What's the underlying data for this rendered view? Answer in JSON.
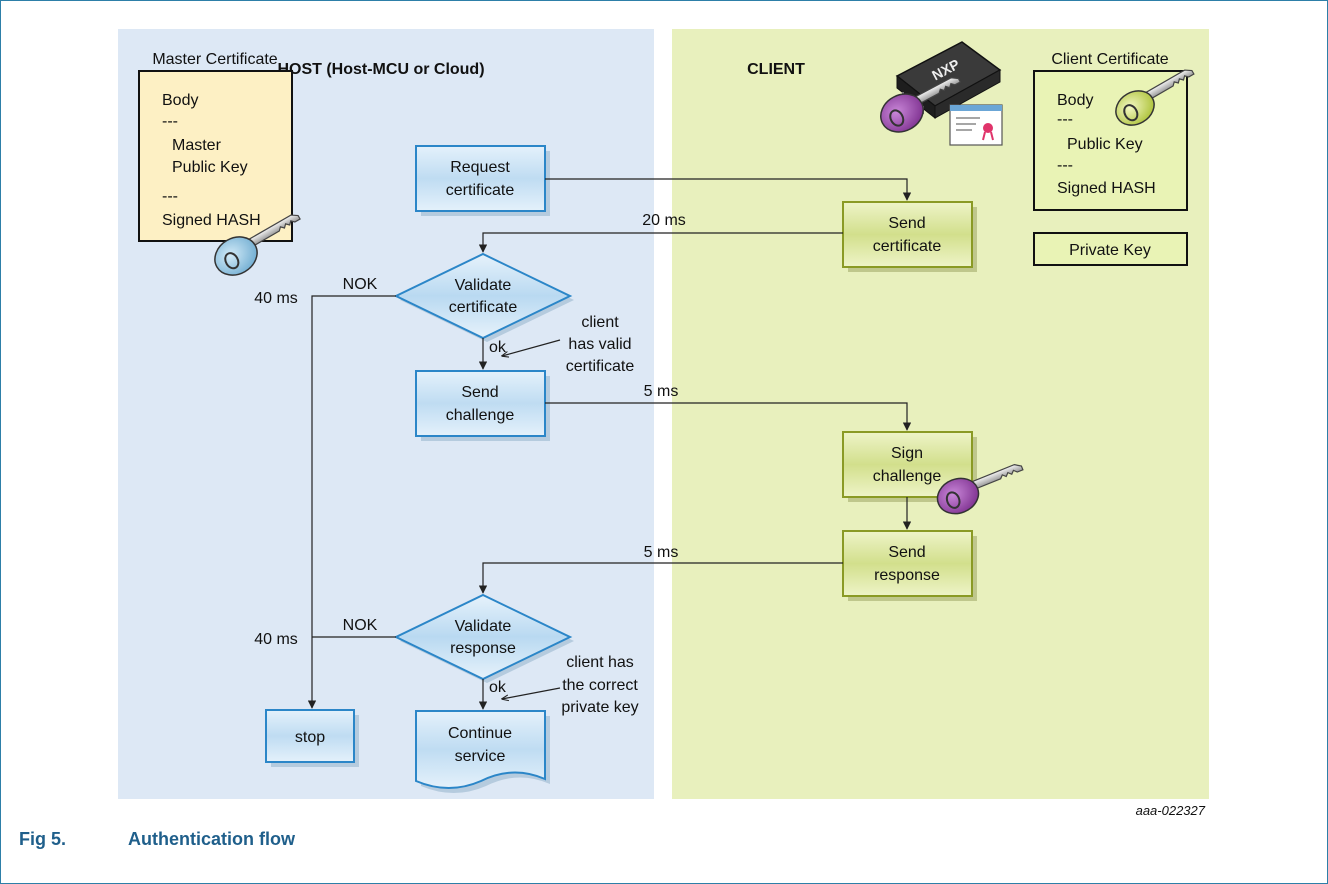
{
  "figure": {
    "number": "Fig 5.",
    "title": "Authentication flow",
    "code": "aaa-022327"
  },
  "host": {
    "title": "HOST (Host-MCU or Cloud)",
    "certificate": {
      "label": "Master Certificate",
      "lines": [
        "Body",
        "---",
        "Master",
        "Public Key",
        "---",
        "Signed HASH"
      ]
    },
    "request": [
      "Request",
      "certificate"
    ],
    "validate_cert": [
      "Validate",
      "certificate"
    ],
    "send_challenge": [
      "Send",
      "challenge"
    ],
    "validate_resp": [
      "Validate",
      "response"
    ],
    "continue_service": [
      "Continue",
      "service"
    ],
    "stop": "stop",
    "nok1": "NOK",
    "nok2": "NOK",
    "ms_nok1": "40 ms",
    "ms_nok2": "40 ms",
    "ok1": "ok",
    "ok2": "ok",
    "note1": [
      "client",
      "has valid",
      "certificate"
    ],
    "note2": [
      "client has",
      "the correct",
      "private key"
    ]
  },
  "client": {
    "title": "CLIENT",
    "certificate": {
      "label": "Client Certificate",
      "lines": [
        "Body",
        "---",
        "Public Key",
        "---",
        "Signed HASH"
      ]
    },
    "private_key": "Private Key",
    "send_cert": [
      "Send",
      "certificate"
    ],
    "sign_challenge": [
      "Sign",
      "challenge"
    ],
    "send_response": [
      "Send",
      "response"
    ],
    "chip_label": "NXP"
  },
  "timings": {
    "t_cert": "20 ms",
    "t_challenge": "5 ms",
    "t_response": "5 ms"
  },
  "colors": {
    "host_bg": "#dde8f5",
    "client_bg": "#e8f0bd",
    "host_box": "#2b86c8",
    "host_box_fill": "#ffffff",
    "client_box": "#8a9a25",
    "master_cert_fill": "#fdf0c4",
    "client_cert_fill": "#e9f3b5",
    "caption": "#1f5f8b"
  }
}
